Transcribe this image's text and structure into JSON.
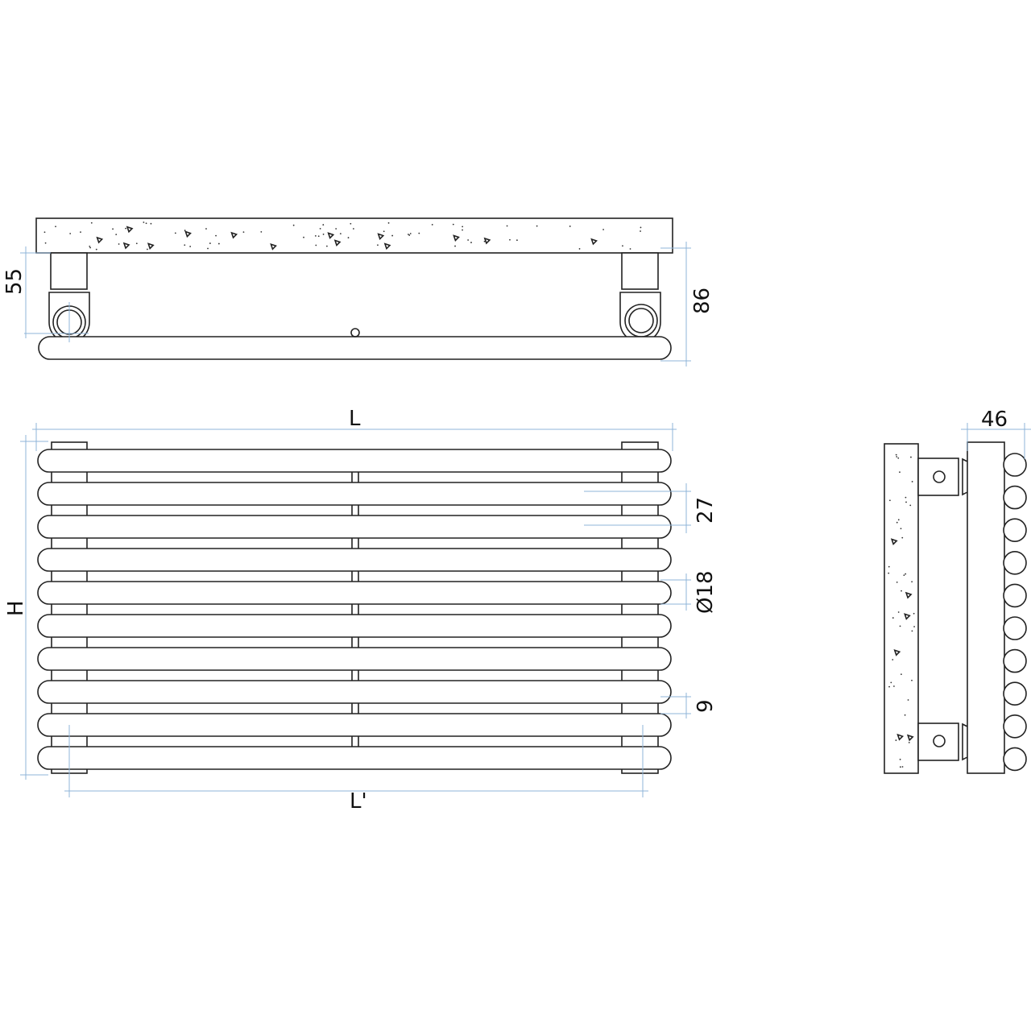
{
  "dimensions": {
    "bracket_offset": "55",
    "depth_top": "86",
    "length": "L",
    "tube_pitch": "27",
    "tube_diameter": "Ø18",
    "tube_gap": "9",
    "height": "H",
    "bracket_distance": "L'",
    "depth_side": "46"
  },
  "tube_count": 10,
  "colors": {
    "line": "#222222",
    "dimension": "#8fb4d8"
  }
}
